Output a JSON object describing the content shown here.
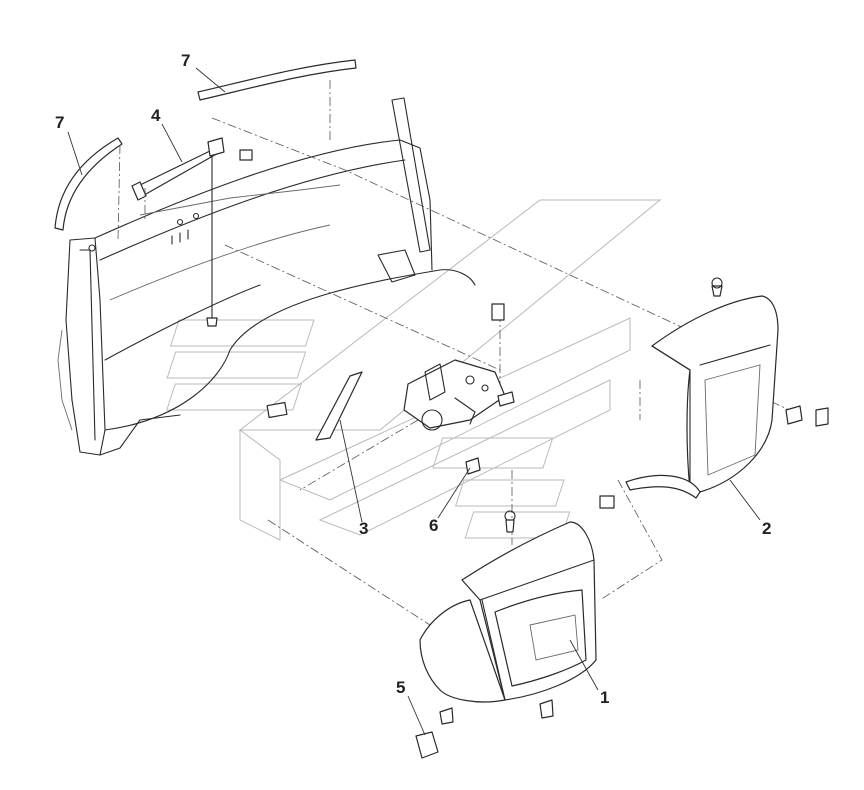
{
  "callouts": {
    "c1": "1",
    "c2": "2",
    "c3": "3",
    "c4": "4",
    "c5": "5",
    "c6": "6",
    "c7a": "7",
    "c7b": "7"
  }
}
